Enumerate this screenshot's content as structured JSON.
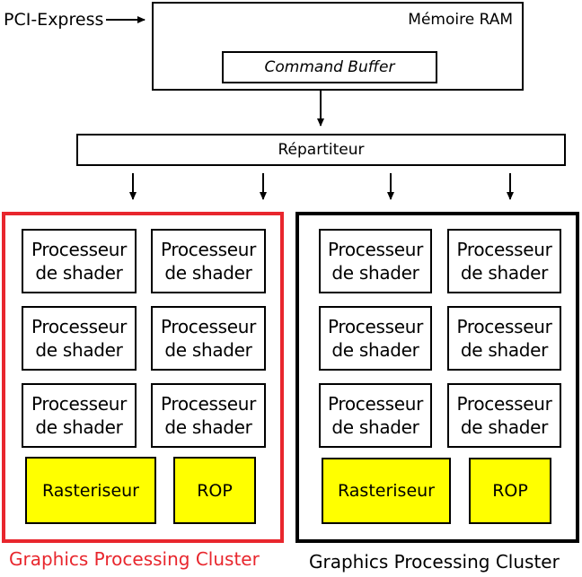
{
  "input_label": "PCI-Express",
  "memory": {
    "title": "Mémoire RAM",
    "command_buffer": "Command Buffer"
  },
  "dispatcher": "Répartiteur",
  "clusters": [
    {
      "label": "Graphics Processing Cluster",
      "border_color": "#e8262d",
      "label_color": "#e8262d",
      "shader_label_line1": "Processeur",
      "shader_label_line2": "de shader",
      "rasterizer": "Rasteriseur",
      "rop": "ROP"
    },
    {
      "label": "Graphics Processing Cluster",
      "border_color": "#000000",
      "label_color": "#000000",
      "shader_label_line1": "Processeur",
      "shader_label_line2": "de shader",
      "rasterizer": "Rasteriseur",
      "rop": "ROP"
    }
  ],
  "colors": {
    "unit_fill": "#ffff00"
  }
}
